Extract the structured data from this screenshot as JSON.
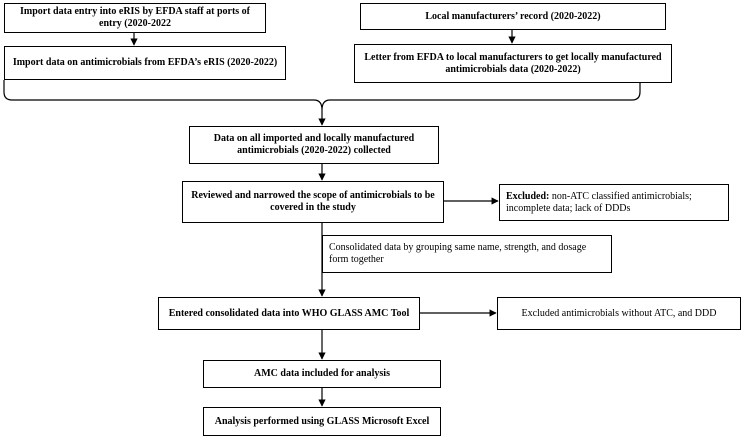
{
  "boxes": {
    "eris_entry": "Import data  entry into eRIS by EFDA staff at ports of entry (2020-2022",
    "eris_data": "Import data  on antimicrobials from EFDA’s eRIS (2020-2022)",
    "local_record": "Local manufacturers’ record (2020-2022)",
    "efda_letter": "Letter from EFDA to local manufacturers to get locally manufactured antimicrobials data (2020-2022)",
    "collected": "Data on all imported and locally manufactured antimicrobials (2020-2022) collected",
    "reviewed": "Reviewed and narrowed the scope of antimicrobials to be covered in the study",
    "excluded1_bold": "Excluded:",
    "excluded1_text": " non-ATC classified antimicrobials;  incomplete data; lack of DDDs",
    "consolidated": "Consolidated  data by grouping  same name, strength,  and dosage form together",
    "entered": "Entered consolidated data into WHO GLASS AMC Tool",
    "excluded2": "Excluded  antimicrobials  without ATC, and DDD",
    "amc": "AMC data included for analysis",
    "analysis": "Analysis performed using GLASS Microsoft Excel"
  }
}
